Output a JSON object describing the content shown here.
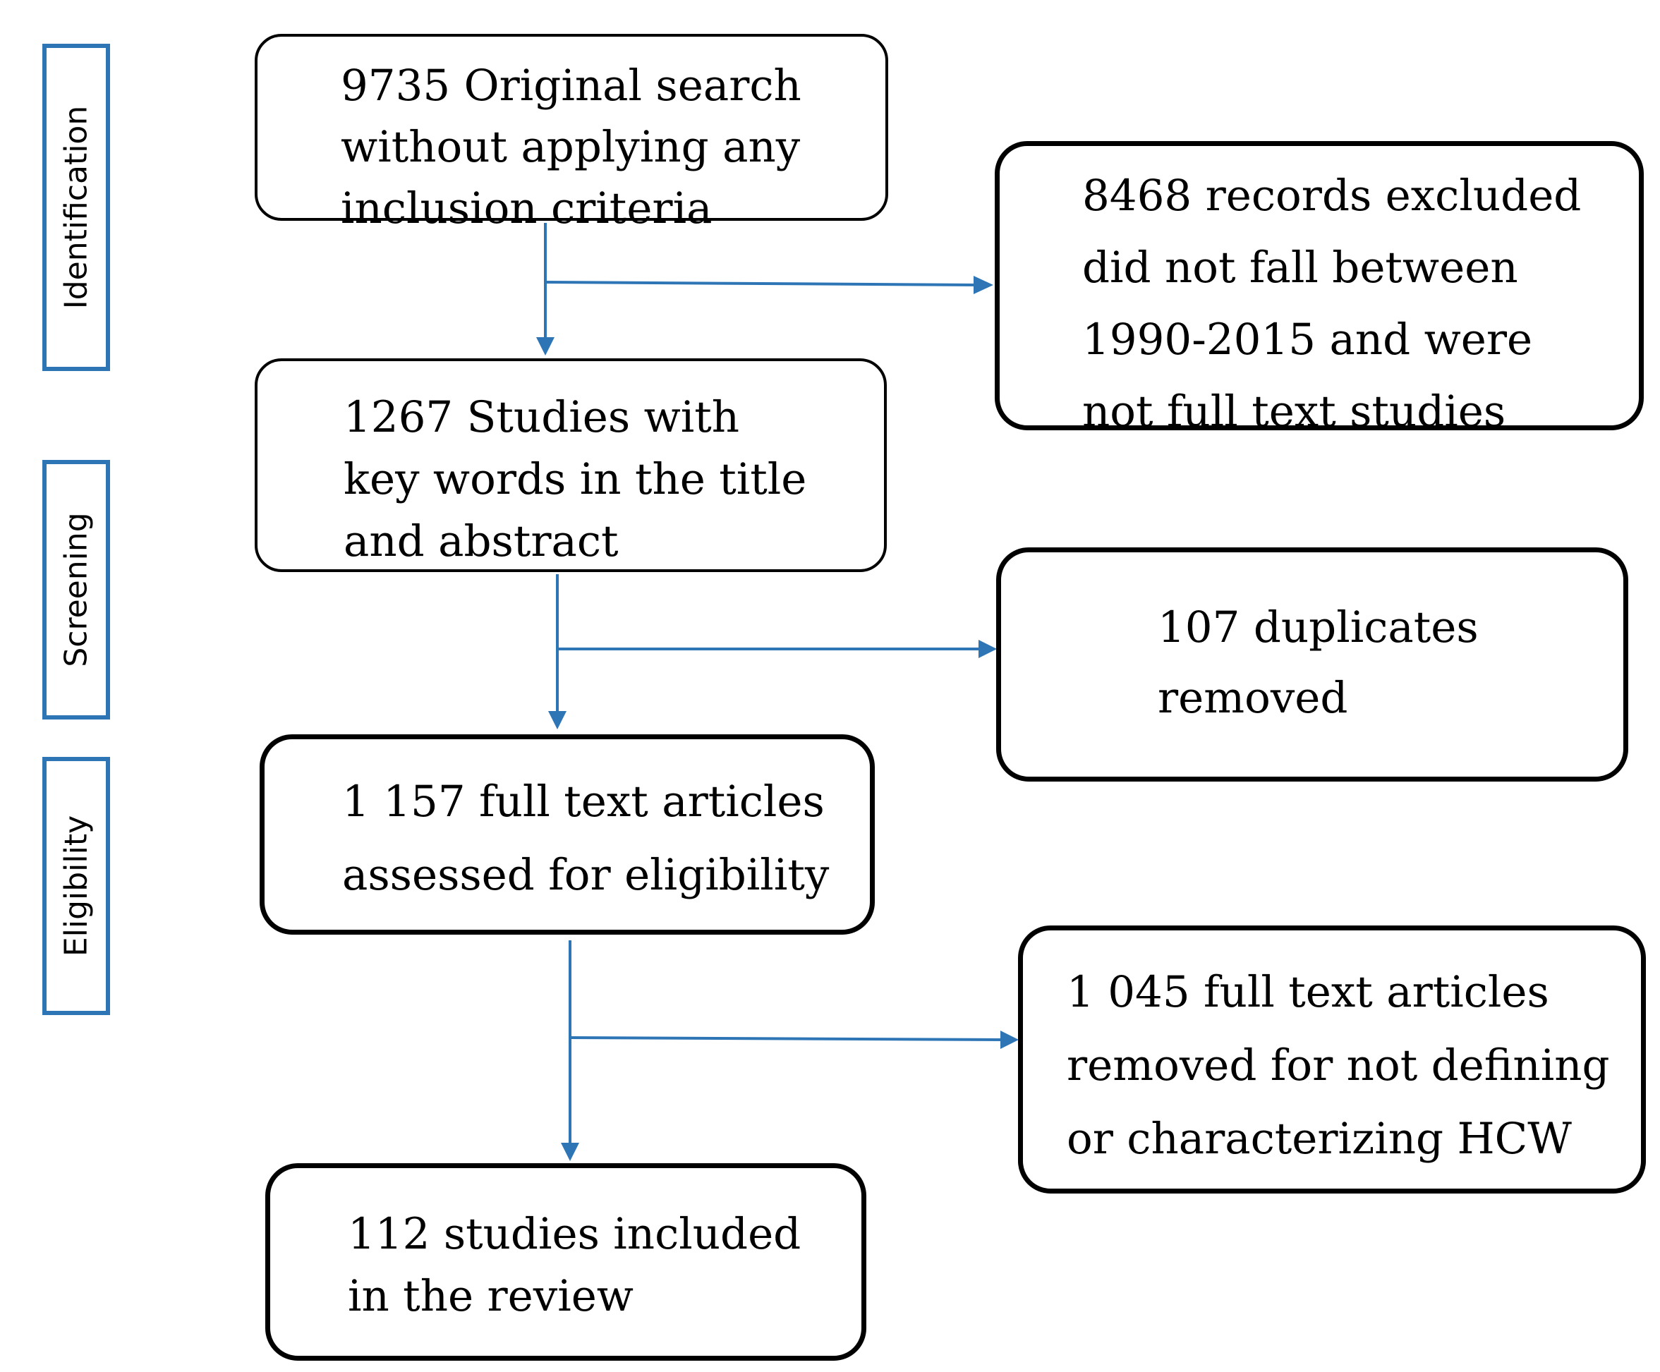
{
  "stages": [
    {
      "id": "identification",
      "label": "Identification"
    },
    {
      "id": "screening",
      "label": "Screening"
    },
    {
      "id": "eligibility",
      "label": "Eligibility"
    }
  ],
  "boxes": {
    "original_search": {
      "lines": [
        "9735 Original search",
        "without applying any",
        "inclusion criteria"
      ]
    },
    "excluded_records": {
      "lines": [
        "8468 records excluded",
        "did not fall between",
        "1990-2015 and were",
        "not full text studies"
      ]
    },
    "keyword_studies": {
      "lines": [
        "1267 Studies with",
        "key words in the title",
        "and abstract"
      ]
    },
    "duplicates": {
      "lines": [
        "107 duplicates",
        "removed"
      ]
    },
    "assessed": {
      "lines": [
        "1 157 full text articles",
        "assessed for eligibility"
      ]
    },
    "removed_articles": {
      "lines": [
        "1 045 full text articles",
        "removed for not defining",
        "or characterizing HCW"
      ]
    },
    "included": {
      "lines": [
        "112 studies included",
        "in the review"
      ]
    }
  },
  "colors": {
    "connector": "#2e75b6",
    "stage_border": "#2e75b6",
    "box_border": "#000000"
  }
}
